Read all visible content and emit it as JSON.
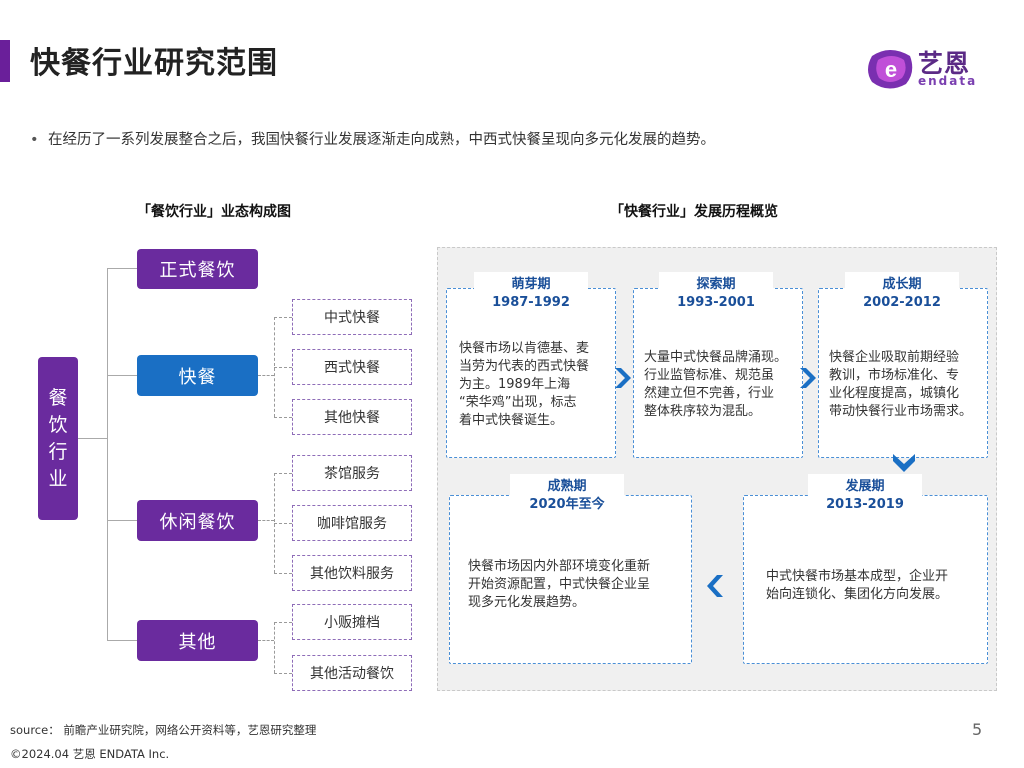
{
  "header": {
    "title": "快餐行业研究范围",
    "logo_cn": "艺恩",
    "logo_en": "endata"
  },
  "intro": {
    "bullet": "•",
    "text": "在经历了一系列发展整合之后，我国快餐行业发展逐渐走向成熟，中西式快餐呈现向多元化发展的趋势。"
  },
  "left_chart": {
    "title": "「餐饮行业」业态构成图",
    "root_chars": [
      "餐",
      "饮",
      "行",
      "业"
    ],
    "categories": [
      {
        "label": "正式餐饮",
        "children": []
      },
      {
        "label": "快餐",
        "children": [
          "中式快餐",
          "西式快餐",
          "其他快餐"
        ]
      },
      {
        "label": "休闲餐饮",
        "children": [
          "茶馆服务",
          "咖啡馆服务",
          "其他饮料服务"
        ]
      },
      {
        "label": "其他",
        "children": [
          "小贩摊档",
          "其他活动餐饮"
        ]
      }
    ]
  },
  "right_chart": {
    "title": "「快餐行业」发展历程概览",
    "stages": [
      {
        "name": "萌芽期",
        "period": "1987-1992",
        "lines": [
          "快餐市场以肯德基、麦",
          "当劳为代表的西式快餐",
          "为主。1989年上海",
          "“荣华鸡”出现，标志",
          "着中式快餐诞生。"
        ]
      },
      {
        "name": "探索期",
        "period": "1993-2001",
        "lines": [
          "大量中式快餐品牌涌现。",
          "行业监管标准、规范虽",
          "然建立但不完善，行业",
          "整体秩序较为混乱。"
        ]
      },
      {
        "name": "成长期",
        "period": "2002-2012",
        "lines": [
          "快餐企业吸取前期经验",
          "教训，市场标准化、专",
          "业化程度提高，城镇化",
          "带动快餐行业市场需求。"
        ]
      },
      {
        "name": "发展期",
        "period": "2013-2019",
        "lines": [
          "中式快餐市场基本成型，企业开",
          "始向连锁化、集团化方向发展。"
        ]
      },
      {
        "name": "成熟期",
        "period": "2020年至今",
        "lines": [
          "快餐市场因内外部环境变化重新",
          "开始资源配置，中式快餐企业呈",
          "现多元化发展趋势。"
        ]
      }
    ]
  },
  "footer": {
    "source": "source： 前瞻产业研究院，网络公开资料等，艺恩研究整理",
    "copyright": "©2024.04  艺恩 ENDATA Inc.",
    "page": "5"
  },
  "colors": {
    "purple": "#6a2b9e",
    "blue": "#1a6fc4",
    "stage_blue": "#1a4f99"
  }
}
